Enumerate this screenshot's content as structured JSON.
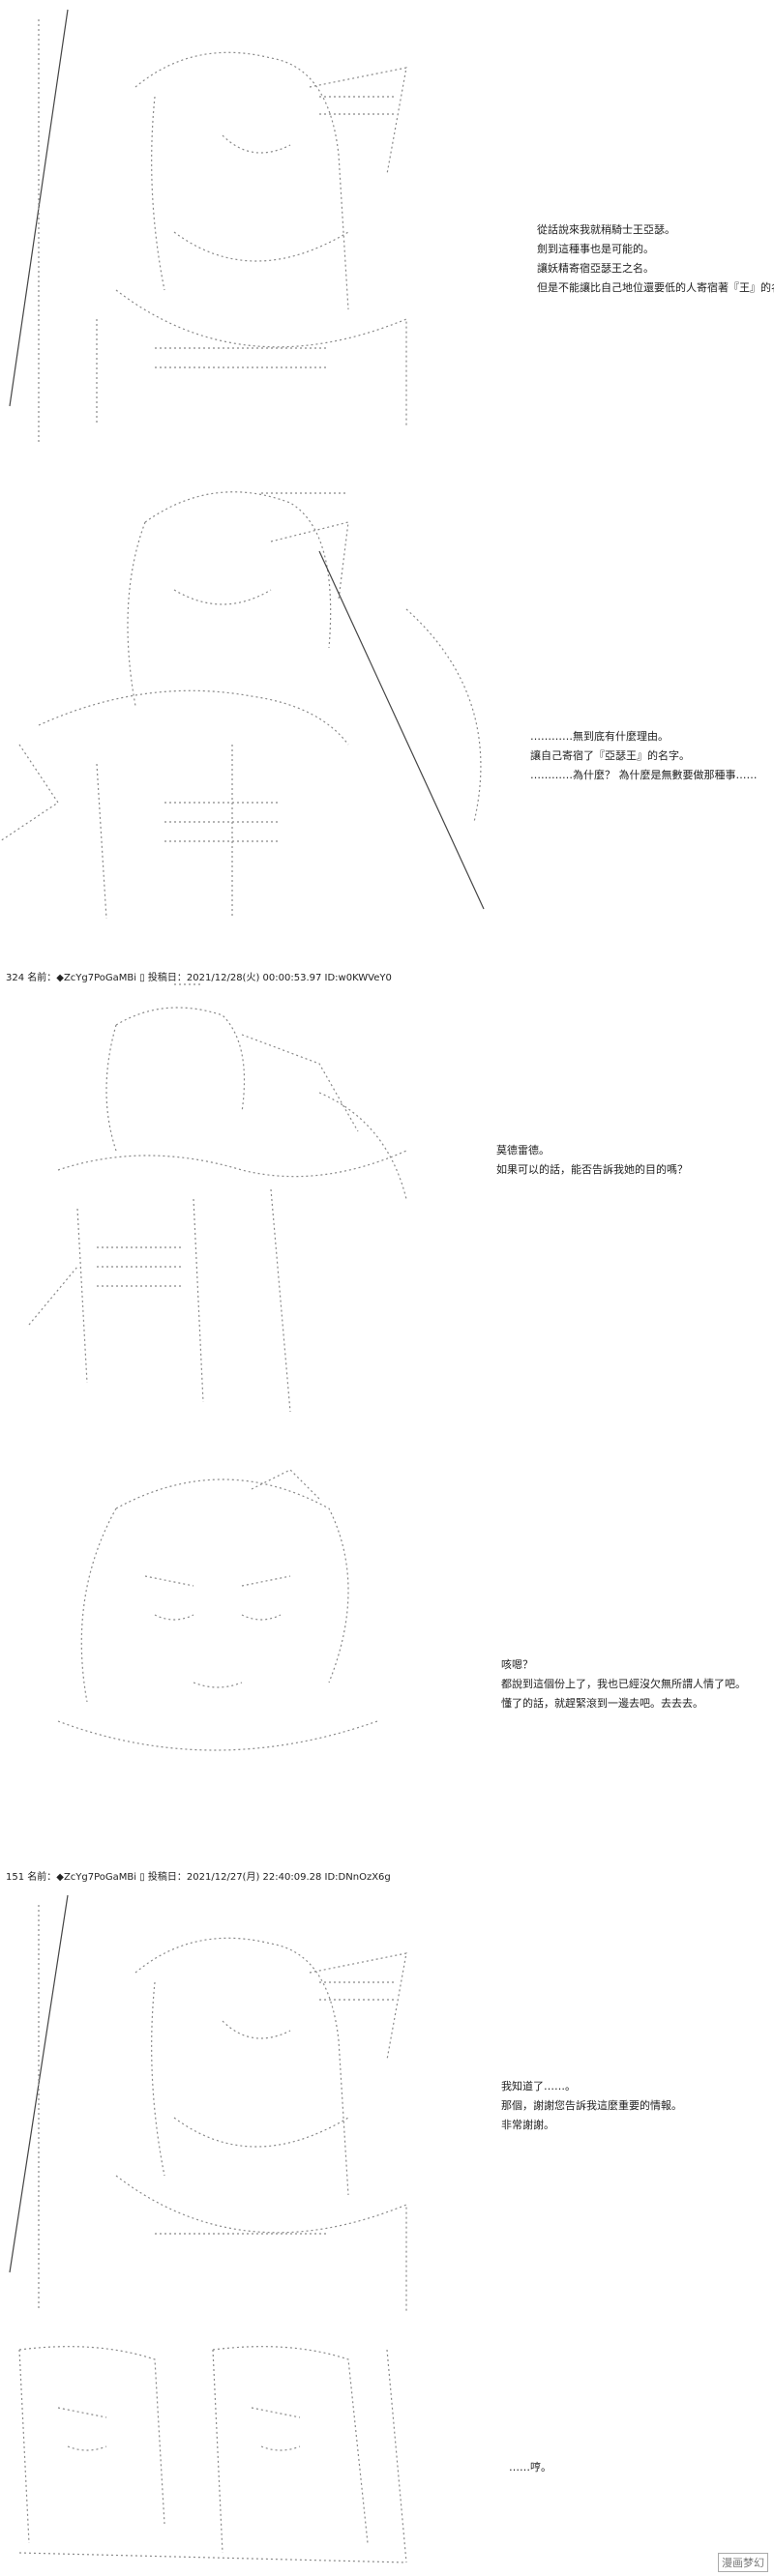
{
  "panels": [
    {
      "dialog": [
        "從話說來我就稍騎士王亞瑟。",
        "劍到這種事也是可能的。",
        "讓妖精寄宿亞瑟王之名。",
        "但是不能讓比自己地位還要低的人寄宿著『王』的名號。"
      ]
    },
    {
      "dialog": [
        "…………無到底有什麼理由。",
        "讓自己寄宿了『亞瑟王』的名字。",
        "…………為什麼？ 為什麼是無數要做那種事……"
      ],
      "post": "324 名前：◆ZcYg7PoGaMBi ▯ 投稿日：2021/12/28(火) 00:00:53.97 ID:w0KWVeY0"
    },
    {
      "dialog": [
        "莫德雷德。",
        "如果可以的話，能否告訴我她的目的嗎？"
      ]
    },
    {
      "dialog": [
        "咳嗯？",
        "都說到這個份上了，我也已經沒欠無所謂人情了吧。",
        "懂了的話，就趕緊滾到一邊去吧。去去去。"
      ],
      "post": "151 名前：◆ZcYg7PoGaMBi ▯ 投稿日：2021/12/27(月) 22:40:09.28 ID:DNnOzX6g"
    },
    {
      "dialog": [
        "我知道了……。",
        "那個，謝謝您告訴我這麼重要的情報。",
        "非常謝謝。"
      ]
    },
    {
      "dialog": [
        "……哼。"
      ]
    }
  ],
  "watermark": "漫画梦幻"
}
